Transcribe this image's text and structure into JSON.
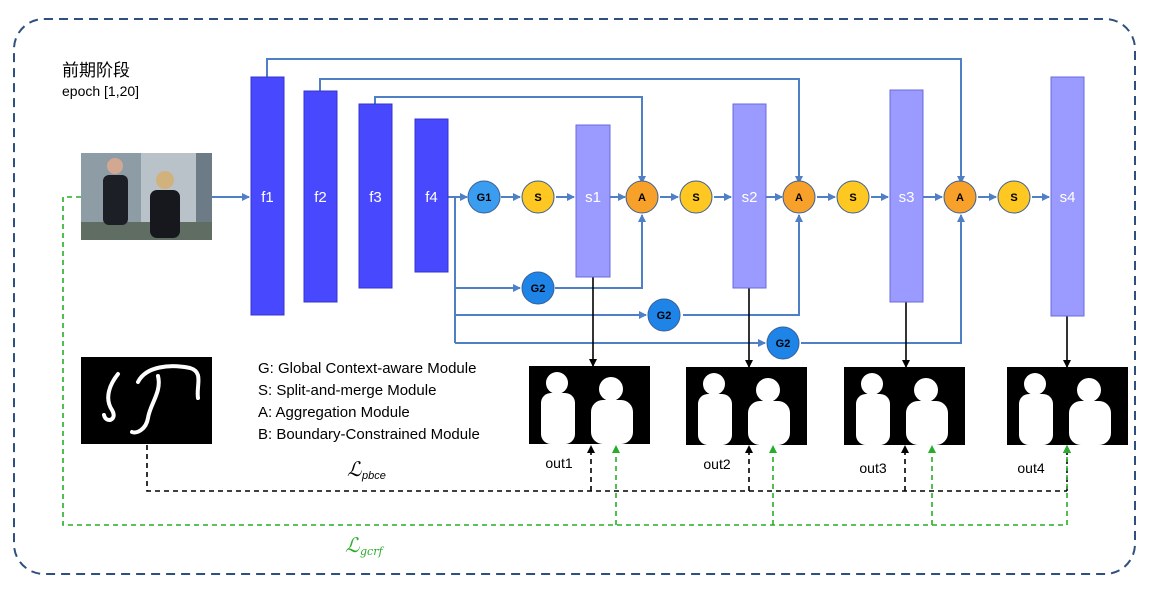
{
  "stage": {
    "title": "前期阶段",
    "epochs": "epoch [1,20]"
  },
  "features": [
    "f1",
    "f2",
    "f3",
    "f4"
  ],
  "side_outputs": [
    "s1",
    "s2",
    "s3",
    "s4"
  ],
  "nodes": {
    "global": "G1",
    "global_branch": "G2",
    "split": "S",
    "aggregation": "A"
  },
  "outputs": [
    "out1",
    "out2",
    "out3",
    "out4"
  ],
  "legend": [
    "G: Global Context-aware Module",
    "S: Split-and-merge Module",
    "A: Aggregation Module",
    "B: Boundary-Constrained Module"
  ],
  "losses": {
    "pbce": "pbce",
    "gcrf": "gcrf",
    "symbol": "ℒ"
  },
  "colors": {
    "feature": "#4848ff",
    "side": "#9b9bff",
    "global": "#3b9df0",
    "split": "#ffc722",
    "aggregation": "#f8a12a",
    "arrow": "#4f7fc4",
    "pbce_loss": "#000000",
    "gcrf_loss": "#27ad27",
    "frame": "#2f4f7f"
  }
}
